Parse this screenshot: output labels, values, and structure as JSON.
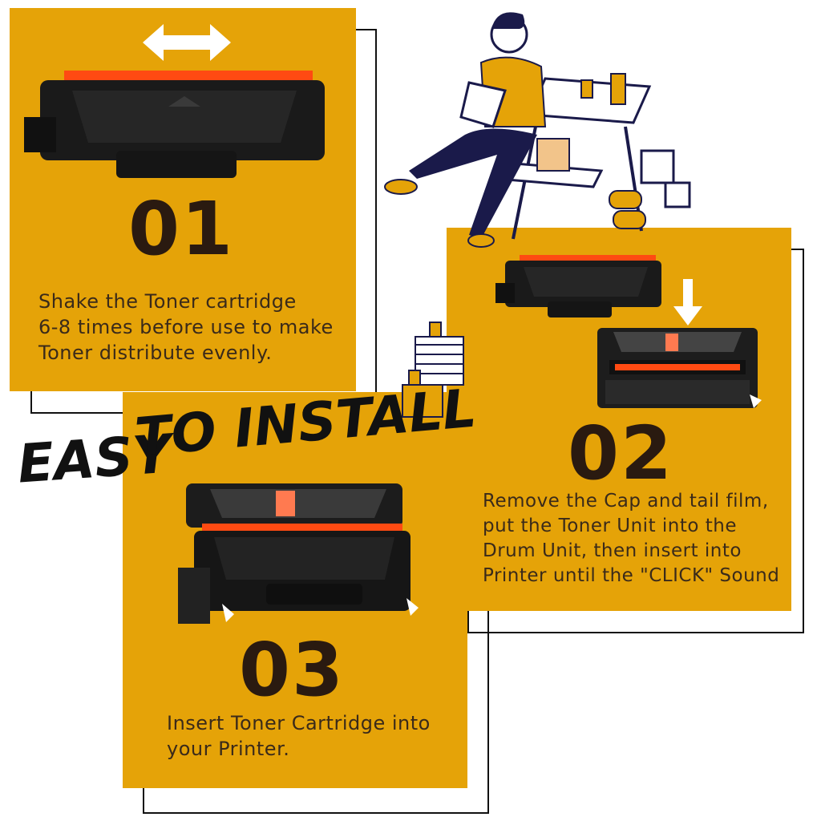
{
  "headline": {
    "word1": "EASY",
    "word2": "TO INSTALL"
  },
  "colors": {
    "card": "#e5a308",
    "number": "#2a1a10",
    "frame": "#111111",
    "accent": "#ff4a12"
  },
  "steps": [
    {
      "number": "01",
      "lines": [
        "Shake the Toner cartridge",
        "6-8 times before use to make",
        "Toner distribute evenly."
      ]
    },
    {
      "number": "02",
      "lines": [
        "Remove the Cap and tail film,",
        "put the Toner Unit into the",
        "Drum Unit,  then insert into",
        "Printer until the \"CLICK\"  Sound"
      ]
    },
    {
      "number": "03",
      "lines": [
        "Insert Toner Cartridge into",
        "your Printer."
      ]
    }
  ],
  "icons": {
    "shake": "double-arrow-icon",
    "insert": "down-arrow-icon"
  }
}
